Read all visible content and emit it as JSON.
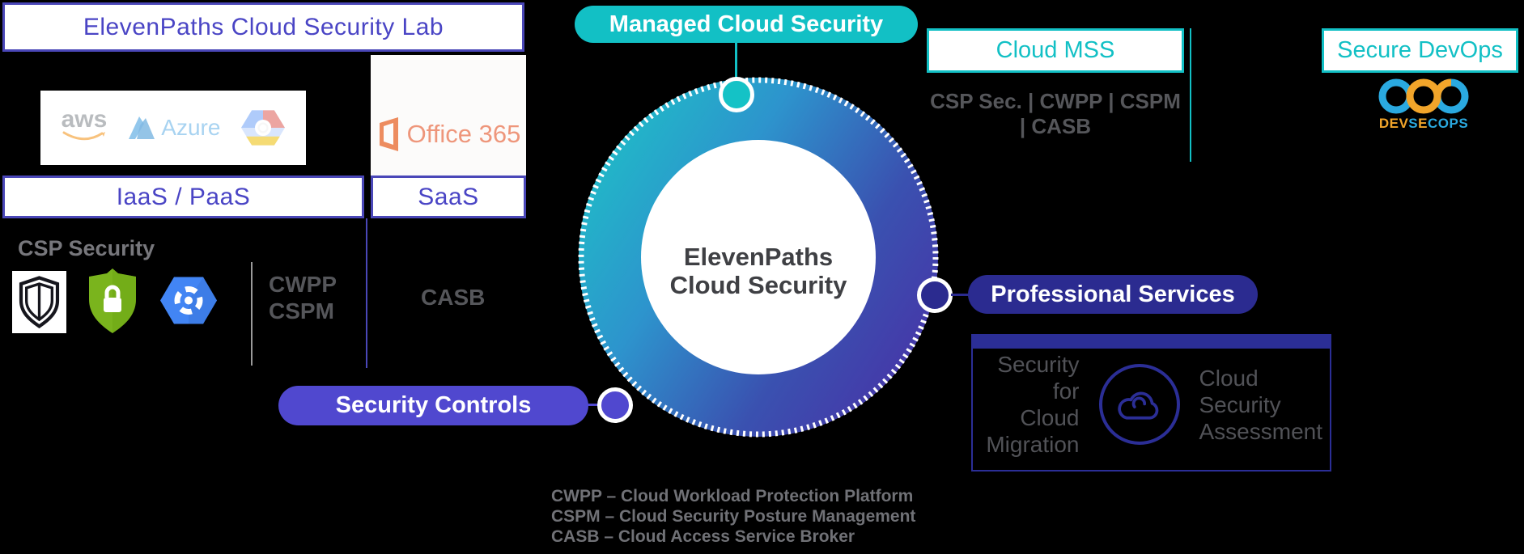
{
  "lab": {
    "title": "ElevenPaths Cloud Security Lab",
    "iaas_paas_label": "IaaS / PaaS",
    "saas_label": "SaaS",
    "csp_security_label": "CSP Security",
    "cwpp_line1": "CWPP",
    "cwpp_line2": "CSPM",
    "casb_label": "CASB"
  },
  "logos": {
    "aws": "aws",
    "azure": "Azure",
    "office365": "Office 365"
  },
  "center_circle": {
    "line1": "ElevenPaths",
    "line2": "Cloud Security"
  },
  "callouts": {
    "managed": "Managed Cloud Security",
    "security_controls": "Security Controls",
    "professional_services": "Professional Services"
  },
  "cloud_mss": {
    "title": "Cloud MSS",
    "services": "CSP Sec. | CWPP | CSPM | CASB"
  },
  "secure_devops": {
    "title": "Secure DevOps",
    "wordmark": {
      "seg1": "DEV",
      "seg2": "S",
      "seg3": "E",
      "seg4": "C",
      "seg5": "OPS"
    }
  },
  "professional_box": {
    "left_line1": "Security for",
    "left_line2": "Cloud",
    "left_line3": "Migration",
    "right_line1": "Cloud",
    "right_line2": "Security",
    "right_line3": "Assessment"
  },
  "legend": {
    "line1": "CWPP – Cloud Workload Protection Platform",
    "line2": "CSPM – Cloud Security Posture Management",
    "line3": "CASB – Cloud Access Service Broker"
  },
  "colors": {
    "teal": "#12c0c5",
    "indigo": "#2b2b90",
    "purple": "#5048cf",
    "box_border": "#4a47b8",
    "box_text": "#4a45c5",
    "gray_label": "#55565a",
    "ring_gradient_start": "#1dc3c6",
    "ring_gradient_end": "#4636a8",
    "devsecops_orange": "#f2a52a",
    "devsecops_blue": "#2aa9e0"
  }
}
